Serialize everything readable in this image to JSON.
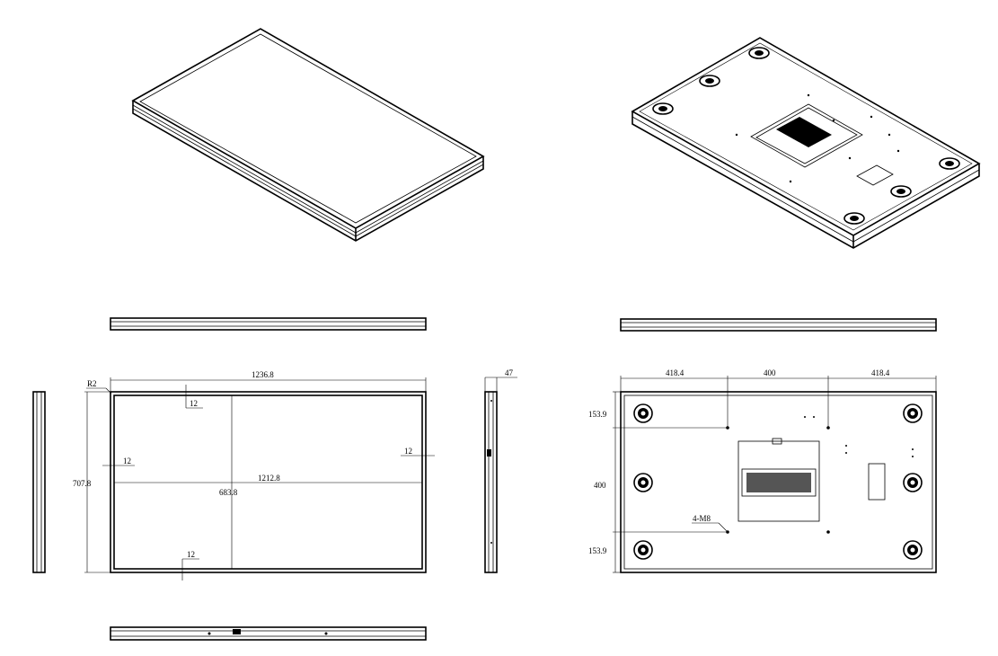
{
  "front_view": {
    "corner_radius": "R2",
    "overall_width": "1236.8",
    "overall_height": "707.8",
    "active_width": "1212.8",
    "active_height": "683.8",
    "bezel_top": "12",
    "bezel_left": "12",
    "bezel_right": "12",
    "bezel_bottom": "12"
  },
  "side_view": {
    "depth": "47"
  },
  "rear_view": {
    "left_offset": "418.4",
    "vesa_horizontal": "400",
    "right_offset": "418.4",
    "top_offset": "153.9",
    "vesa_vertical": "400",
    "bottom_offset": "153.9",
    "mount_holes": "4-M8"
  }
}
